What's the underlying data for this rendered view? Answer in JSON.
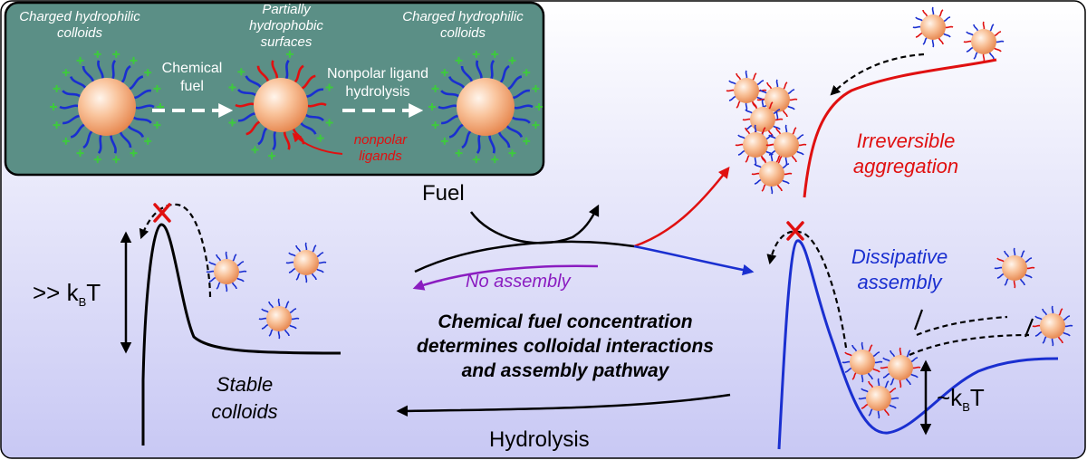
{
  "inset": {
    "stage1": [
      "Charged hydrophilic",
      "colloids"
    ],
    "stage2": [
      "Partially",
      "hydrophobic",
      "surfaces"
    ],
    "stage3": [
      "Charged hydrophilic",
      "colloids"
    ],
    "arrow1": [
      "Chemical",
      "fuel"
    ],
    "arrow2": [
      "Nonpolar ligand",
      "hydrolysis"
    ],
    "nonpolar": [
      "nonpolar",
      "ligands"
    ]
  },
  "main": {
    "fuel": "Fuel",
    "hydrolysis": "Hydrolysis",
    "no_assembly": "No assembly",
    "center_text": [
      "Chemical fuel concentration",
      "determines colloidal interactions",
      "and assembly pathway"
    ],
    "irreversible": [
      "Irreversible",
      "aggregation"
    ],
    "dissipative": [
      "Dissipative",
      "assembly"
    ],
    "stable": [
      "Stable",
      "colloids"
    ],
    "kbt_high": ">> k",
    "kbt_low": "~k",
    "kbt_sub": "B",
    "kbt_t": "T",
    "x_mark": "X"
  },
  "colors": {
    "inset_bg": "#5b8f86",
    "main_bg_top": "#ffffff",
    "main_bg_bottom": "#c8c8f4",
    "ligand_blue": "#1a2fd0",
    "ligand_red": "#e01010",
    "charge_green": "#3ec93e",
    "purple": "#8a1cc0",
    "particle": "#f2a673"
  }
}
